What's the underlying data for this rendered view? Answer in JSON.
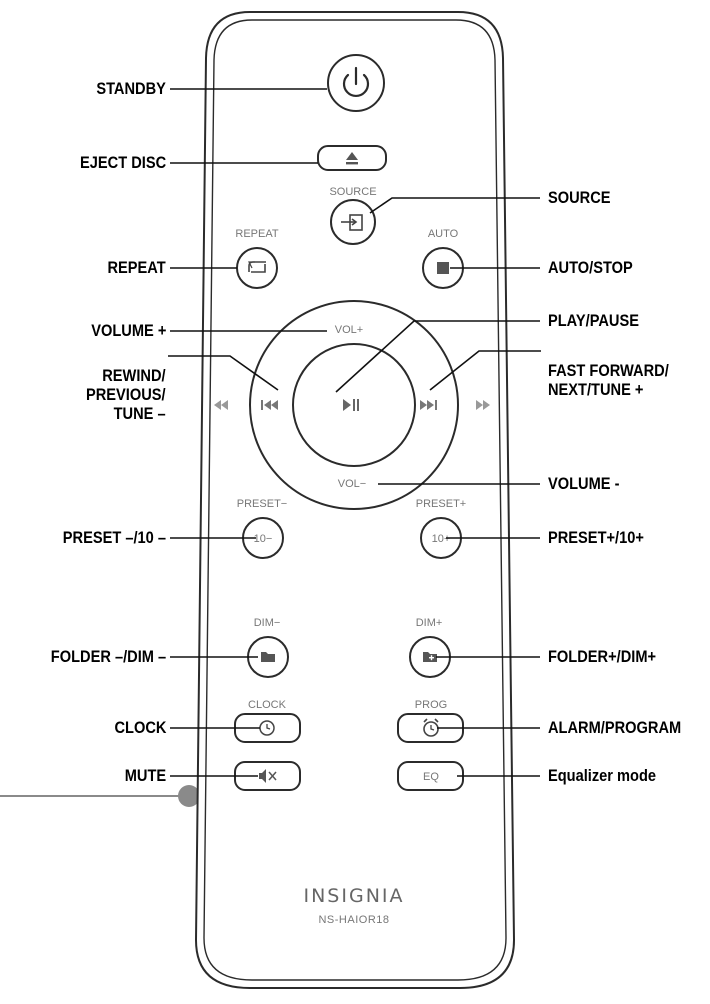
{
  "remote": {
    "brand": "INSIGNIA",
    "model": "NS-HAIOR18",
    "button_labels": {
      "source": "SOURCE",
      "repeat": "REPEAT",
      "auto": "AUTO",
      "vol_up": "VOL+",
      "vol_down": "VOL−",
      "preset_minus": "PRESET−",
      "preset_plus": "PRESET+",
      "preset_minus_btn": "10−",
      "preset_plus_btn": "10+",
      "dim_minus": "DIM−",
      "dim_plus": "DIM+",
      "clock": "CLOCK",
      "prog": "PROG",
      "eq_btn": "EQ"
    },
    "icons": {
      "standby": "power-icon",
      "eject": "eject-icon",
      "source": "input-icon",
      "repeat": "repeat-icon",
      "stop": "stop-icon",
      "play_pause": "play-pause-icon",
      "rewind": "rewind-icon",
      "fast_forward": "fast-forward-icon",
      "previous": "previous-icon",
      "next": "next-icon",
      "folder_minus": "folder-minus-icon",
      "folder_plus": "folder-plus-icon",
      "clock": "clock-icon",
      "alarm": "alarm-clock-icon",
      "mute": "mute-icon"
    }
  },
  "callouts": {
    "standby": "STANDBY",
    "eject": "EJECT DISC",
    "source": "SOURCE",
    "repeat": "REPEAT",
    "auto_stop": "AUTO/STOP",
    "volume_up": "VOLUME +",
    "play_pause": "PLAY/PAUSE",
    "rewind": "REWIND/\nPREVIOUS/\nTUNE –",
    "fast_forward": "FAST FORWARD/\nNEXT/TUNE +",
    "volume_down": "VOLUME -",
    "preset_minus": "PRESET –/10 –",
    "preset_plus": "PRESET+/10+",
    "folder_minus": "FOLDER –/DIM –",
    "folder_plus": "FOLDER+/DIM+",
    "clock": "CLOCK",
    "alarm": "ALARM/PROGRAM",
    "mute": "MUTE",
    "eq": "Equalizer mode"
  },
  "colors": {
    "outline": "#2b2b2b",
    "leader": "#111111",
    "grey_text": "#777777",
    "battery_line": "#8a8a8a"
  }
}
